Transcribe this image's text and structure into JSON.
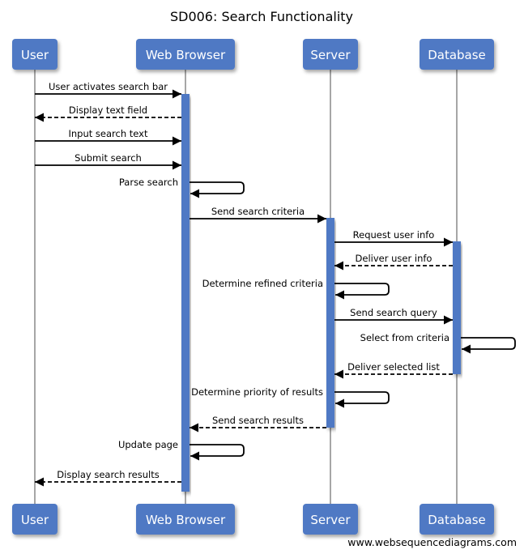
{
  "title": "SD006: Search Functionality",
  "footer": "www.websequencediagrams.com",
  "colors": {
    "actor_fill": "#5079c4",
    "activation_fill": "#5079c4",
    "lifeline": "#888888",
    "arrow": "#000000"
  },
  "participants": [
    {
      "id": "user",
      "label": "User"
    },
    {
      "id": "browser",
      "label": "Web Browser"
    },
    {
      "id": "server",
      "label": "Server"
    },
    {
      "id": "db",
      "label": "Database"
    }
  ],
  "messages": [
    {
      "from": "user",
      "to": "browser",
      "label": "User activates search bar",
      "style": "solid"
    },
    {
      "from": "browser",
      "to": "user",
      "label": "Display text field",
      "style": "dashed"
    },
    {
      "from": "user",
      "to": "browser",
      "label": "Input search text",
      "style": "solid"
    },
    {
      "from": "user",
      "to": "browser",
      "label": "Submit search",
      "style": "solid"
    },
    {
      "from": "browser",
      "to": "browser",
      "label": "Parse search",
      "style": "solid"
    },
    {
      "from": "browser",
      "to": "server",
      "label": "Send search criteria",
      "style": "solid"
    },
    {
      "from": "server",
      "to": "db",
      "label": "Request user info",
      "style": "solid"
    },
    {
      "from": "db",
      "to": "server",
      "label": "Deliver user info",
      "style": "dashed"
    },
    {
      "from": "server",
      "to": "server",
      "label": "Determine refined criteria",
      "style": "solid"
    },
    {
      "from": "server",
      "to": "db",
      "label": "Send search query",
      "style": "solid"
    },
    {
      "from": "db",
      "to": "db",
      "label": "Select from criteria",
      "style": "solid"
    },
    {
      "from": "db",
      "to": "server",
      "label": "Deliver selected list",
      "style": "dashed"
    },
    {
      "from": "server",
      "to": "server",
      "label": "Determine priority of results",
      "style": "solid"
    },
    {
      "from": "server",
      "to": "browser",
      "label": "Send search results",
      "style": "dashed"
    },
    {
      "from": "browser",
      "to": "browser",
      "label": "Update page",
      "style": "solid"
    },
    {
      "from": "browser",
      "to": "user",
      "label": "Display search results",
      "style": "dashed"
    }
  ]
}
